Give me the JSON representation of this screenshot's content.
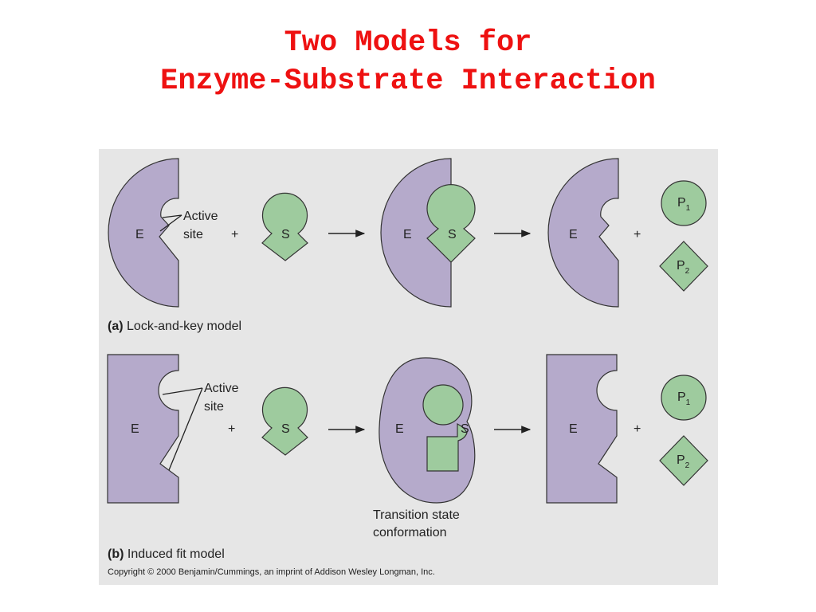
{
  "title": {
    "line1": "Two Models for",
    "line2": "Enzyme-Substrate Interaction"
  },
  "colors": {
    "title": "#ee1111",
    "enzyme_fill": "#b5aacb",
    "substrate_fill": "#9ecb9e",
    "background": "#e6e6e6"
  },
  "labels": {
    "enzyme": "E",
    "substrate": "S",
    "plus": "+",
    "active_site_line1": "Active",
    "active_site_line2": "site",
    "product1_letter": "P",
    "product1_sub": "1",
    "product2_letter": "P",
    "product2_sub": "2"
  },
  "panel_a": {
    "letter": "(a)",
    "caption": "Lock-and-key model"
  },
  "panel_b": {
    "letter": "(b)",
    "caption": "Induced fit model",
    "transition_line1": "Transition state",
    "transition_line2": "conformation"
  },
  "copyright": "Copyright © 2000 Benjamin/Cummings, an imprint of Addison Wesley Longman, Inc."
}
